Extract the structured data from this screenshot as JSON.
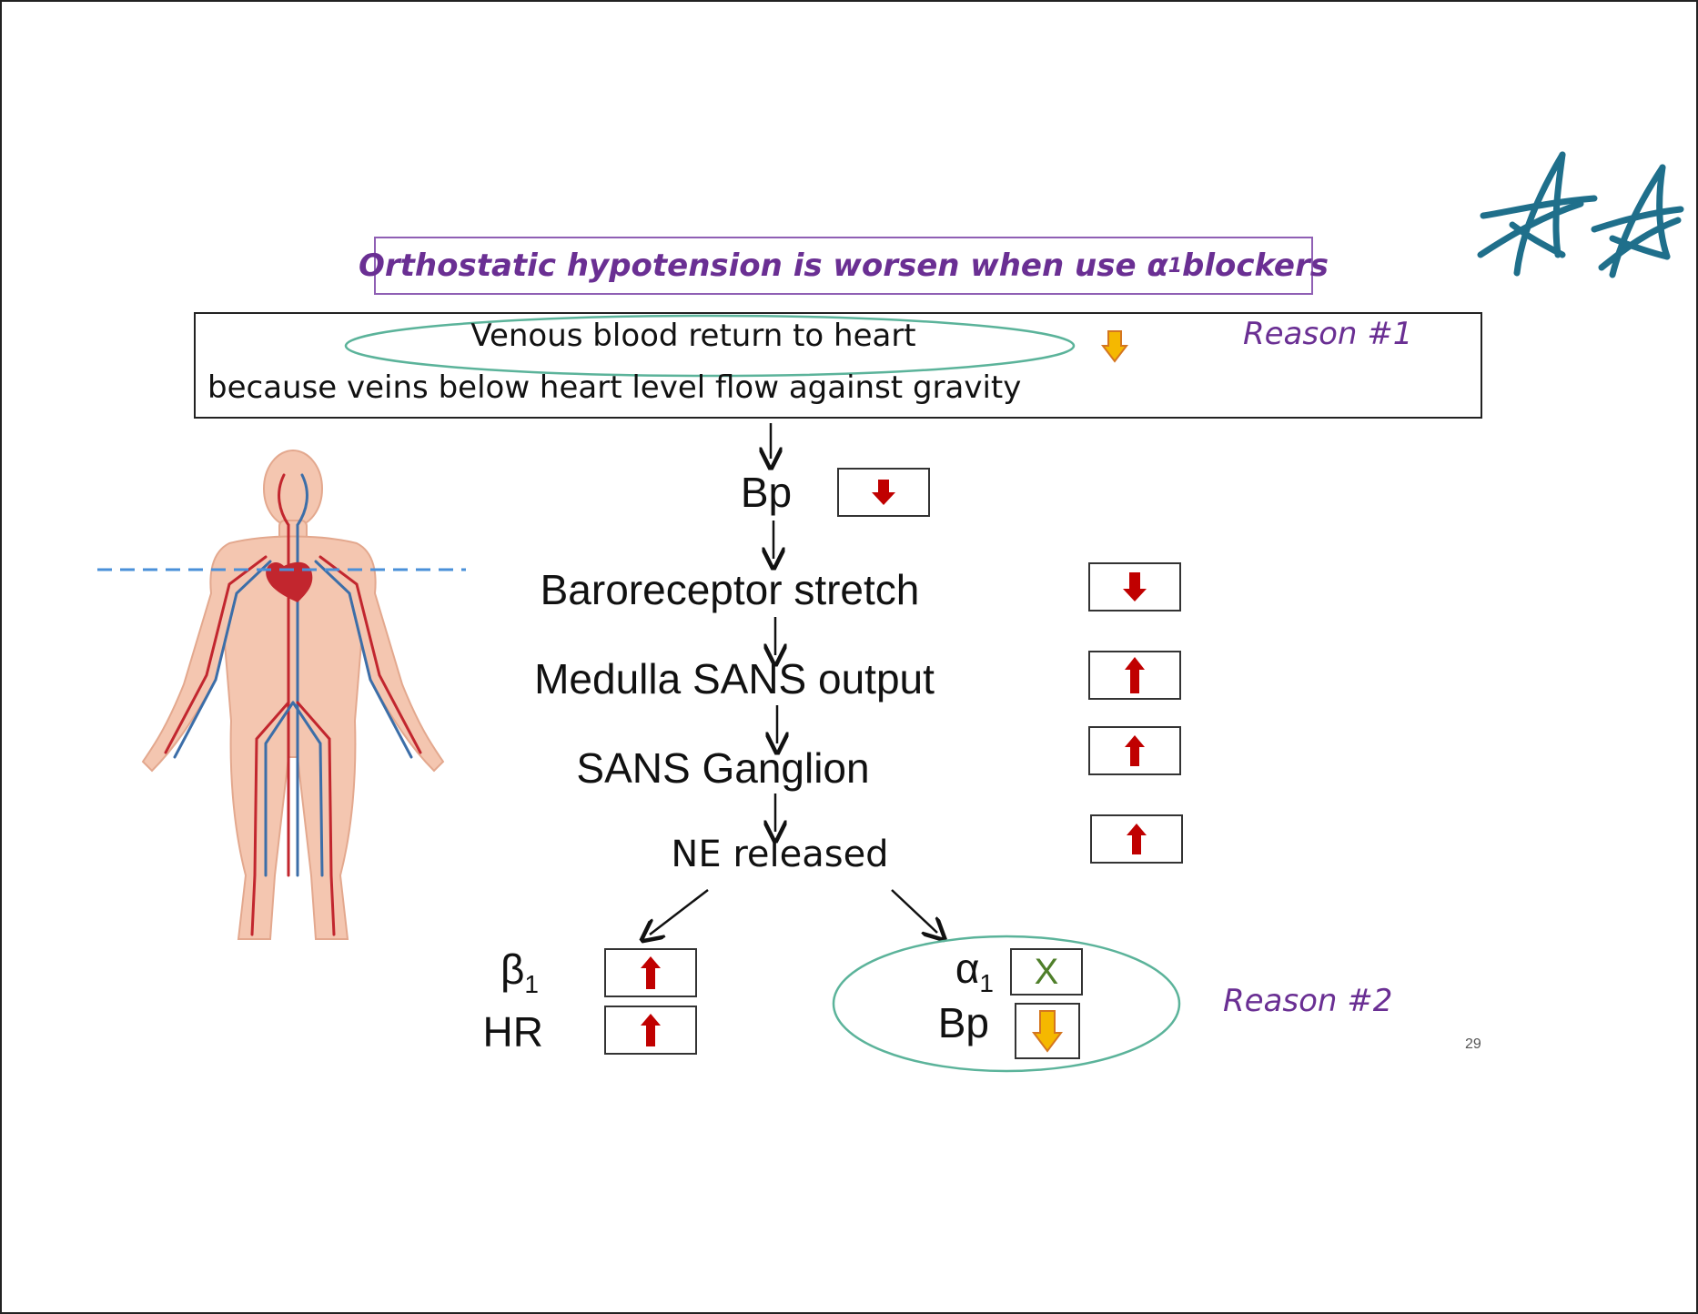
{
  "title": {
    "text": "Orthostatic hypotension is worsen when use α",
    "subscript": "1",
    "suffix": " blockers"
  },
  "venous": {
    "line1": "Venous blood return to heart",
    "line2": "because veins below heart level flow against gravity"
  },
  "reason1": "Reason #1",
  "reason2": "Reason #2",
  "steps": {
    "bp": "Bp",
    "baroreceptor": "Baroreceptor stretch",
    "medulla": "Medulla SANS output",
    "ganglion": "SANS Ganglion",
    "ne": "NE released"
  },
  "branches": {
    "beta_symbol": "β",
    "beta_sub": "1",
    "hr": "HR",
    "alpha_symbol": "α",
    "alpha_sub": "1",
    "bp": "Bp",
    "alpha_mark": "X"
  },
  "page_number": "29",
  "colors": {
    "title_purple": "#6a2f93",
    "title_border": "#8f5fb4",
    "ellipse_green": "#5bb39a",
    "arrow_red": "#c00000",
    "arrow_orange": "#f5a623",
    "dash_blue": "#4a90d9",
    "signature_teal": "#1f6f8b",
    "x_green": "#4f7f2a"
  },
  "icons": [
    "arrow-down-icon",
    "arrow-up-icon",
    "cross-icon",
    "human-circulatory-figure",
    "signature-mark"
  ]
}
